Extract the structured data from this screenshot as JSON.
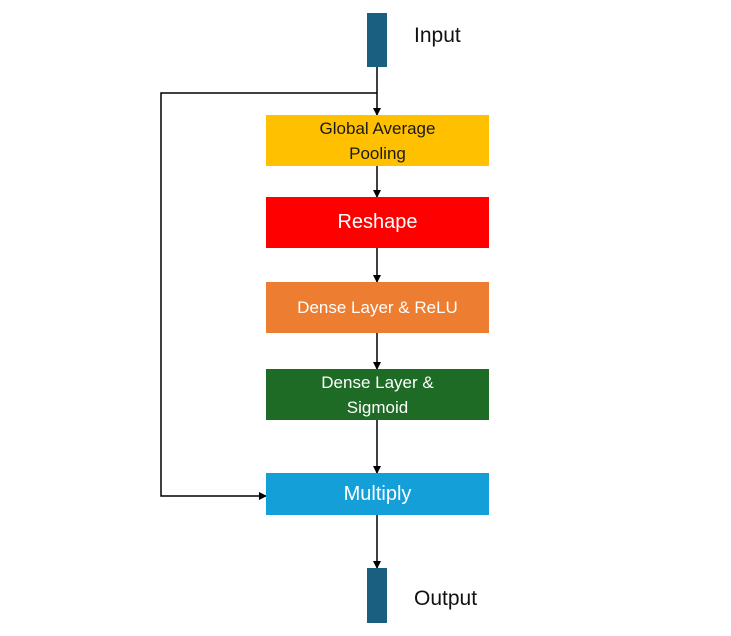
{
  "input_label": "Input",
  "output_label": "Output",
  "blocks": {
    "gap": {
      "lines": [
        "Global Average",
        "Pooling"
      ],
      "color": "#ffc000",
      "text_color": "#1a1a1a"
    },
    "reshape": {
      "lines": [
        "Reshape"
      ],
      "color": "#ff0000",
      "text_color": "#ffffff"
    },
    "dense_relu": {
      "lines": [
        "Dense Layer & ReLU"
      ],
      "color": "#ed7d31",
      "text_color": "#ffffff"
    },
    "dense_sigmoid": {
      "lines": [
        "Dense Layer &",
        "Sigmoid"
      ],
      "color": "#1e6b26",
      "text_color": "#ffffff"
    },
    "multiply": {
      "lines": [
        "Multiply"
      ],
      "color": "#149fd8",
      "text_color": "#ffffff"
    }
  },
  "tensor_color": "#1a5e80",
  "arrow_color": "#000000"
}
